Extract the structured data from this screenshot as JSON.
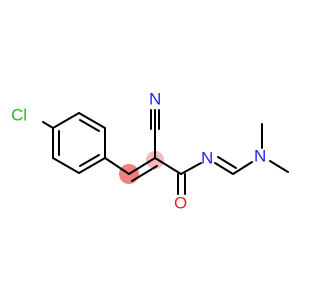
{
  "molecule": {
    "atoms": [
      {
        "id": "cl",
        "symbol": "Cl",
        "color": "#22bb22"
      },
      {
        "id": "n_nitrile",
        "symbol": "N",
        "color": "#2222ee"
      },
      {
        "id": "n_imine",
        "symbol": "N",
        "color": "#2222ee"
      },
      {
        "id": "n_dimethyl",
        "symbol": "N",
        "color": "#2222ee"
      },
      {
        "id": "o_carbonyl",
        "symbol": "O",
        "color": "#ee2222"
      }
    ],
    "highlight_color": "#f08080"
  }
}
